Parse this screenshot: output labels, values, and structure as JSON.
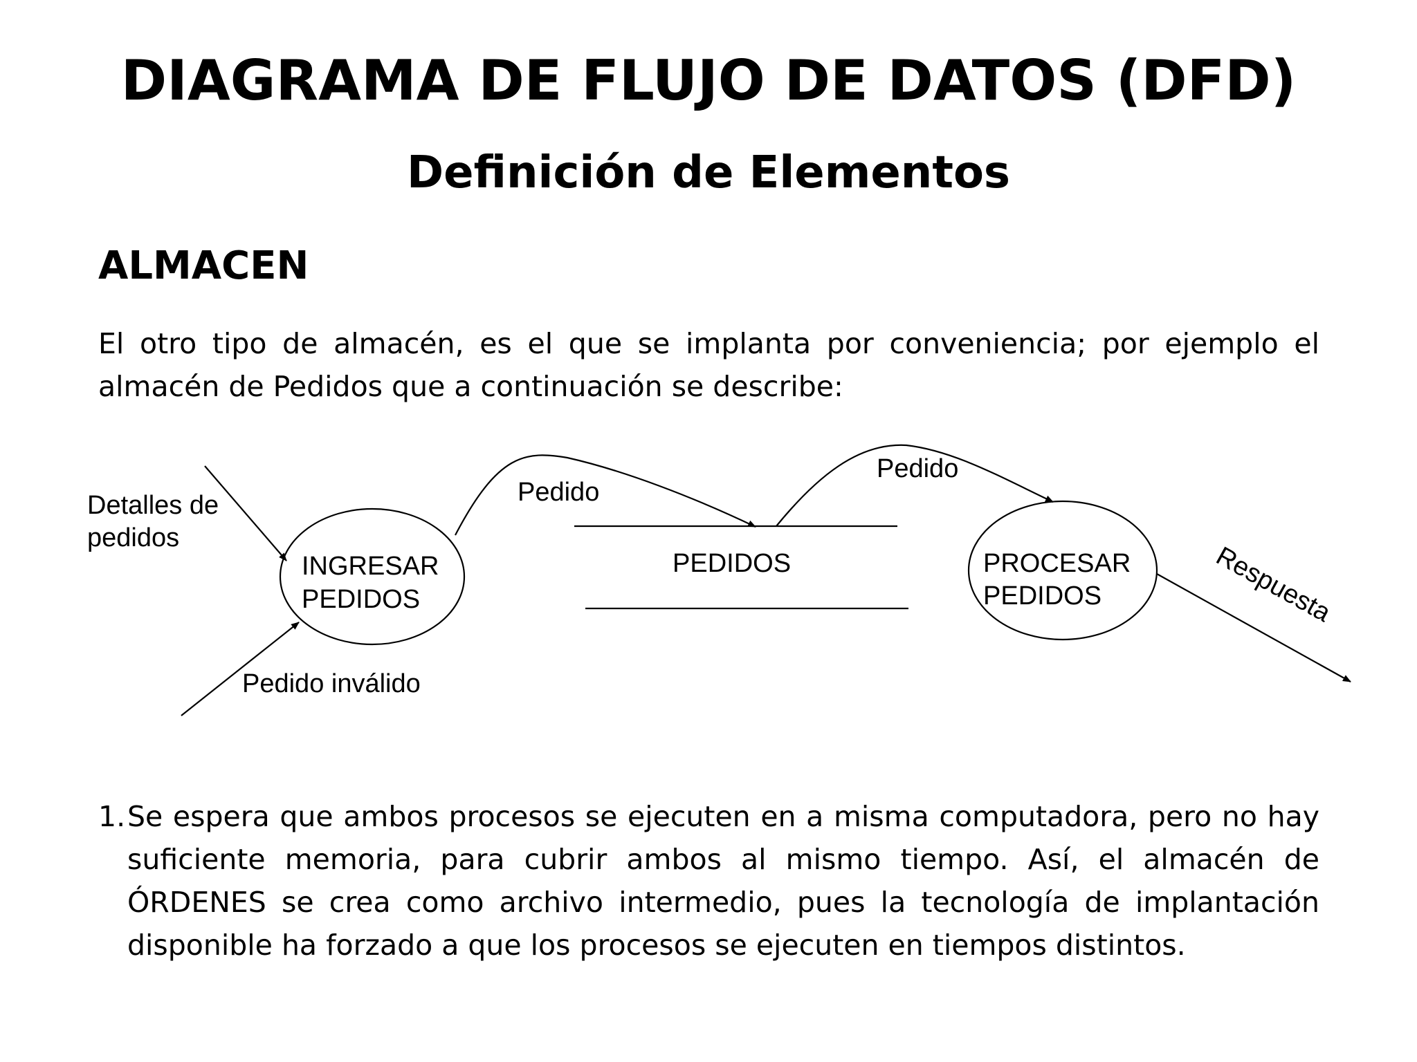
{
  "slide": {
    "title": "DIAGRAMA DE FLUJO DE DATOS (DFD)",
    "subtitle": "Definición de Elementos",
    "section_heading": "ALMACEN",
    "intro": "El otro tipo de almacén, es el que se implanta por conveniencia; por ejemplo el almacén de Pedidos que a continuación se describe:"
  },
  "diagram": {
    "processes": [
      {
        "id": "ingresar",
        "label_line1": "INGRESAR",
        "label_line2": "PEDIDOS"
      },
      {
        "id": "procesar",
        "label_line1": "PROCESAR",
        "label_line2": "PEDIDOS"
      }
    ],
    "store": {
      "label": "PEDIDOS"
    },
    "flows": [
      {
        "from": "external",
        "to": "ingresar",
        "label_line1": "Detalles de",
        "label_line2": "pedidos"
      },
      {
        "from": "external",
        "to": "ingresar",
        "label": "Pedido inválido"
      },
      {
        "from": "ingresar",
        "to": "store",
        "label": "Pedido"
      },
      {
        "from": "store",
        "to": "procesar",
        "label": "Pedido"
      },
      {
        "from": "procesar",
        "to": "external",
        "label": "Respuesta"
      }
    ]
  },
  "notes": [
    {
      "number": "1.",
      "text": "Se espera que ambos procesos se ejecuten en a misma computadora, pero no hay suficiente memoria, para cubrir ambos al mismo tiempo. Así, el almacén de ÓRDENES se crea como archivo intermedio, pues la tecnología de implantación disponible ha forzado a que los procesos se ejecuten en tiempos distintos."
    }
  ]
}
